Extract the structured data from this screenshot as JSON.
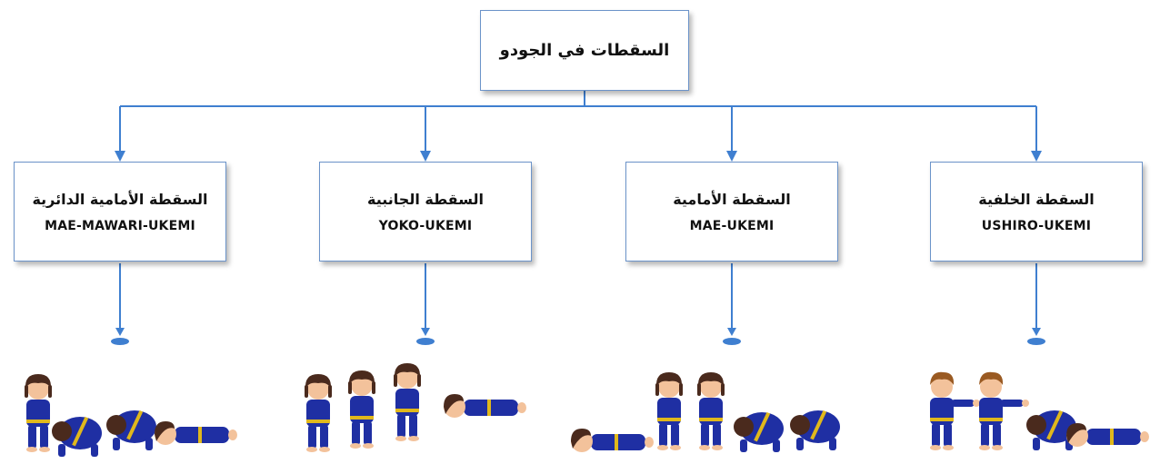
{
  "diagram": {
    "root": {
      "label": "السقطات في الجودو"
    },
    "branches": [
      {
        "arabic": "السقطة الأمامية الدائرية",
        "english": "MAE-MAWARI-UKEMI",
        "figure_color": "#1f2fa3"
      },
      {
        "arabic": "السقطة الجانبية",
        "english": "YOKO-UKEMI",
        "figure_color": "#1f2fa3"
      },
      {
        "arabic": "السقطة الأمامية",
        "english": "MAE-UKEMI",
        "figure_color": "#1f2fa3"
      },
      {
        "arabic": "السقطة الخلفية",
        "english": "USHIRO-UKEMI",
        "figure_color": "#1f2fa3"
      }
    ]
  },
  "colors": {
    "connector": "#3f7fd0",
    "box_border": "#6b93c9",
    "judogi": "#1f2fa3",
    "belt": "#e0b81c",
    "skin": "#f3c29b",
    "hair_girl": "#4a2a1d",
    "hair_boy": "#9a5a22"
  }
}
